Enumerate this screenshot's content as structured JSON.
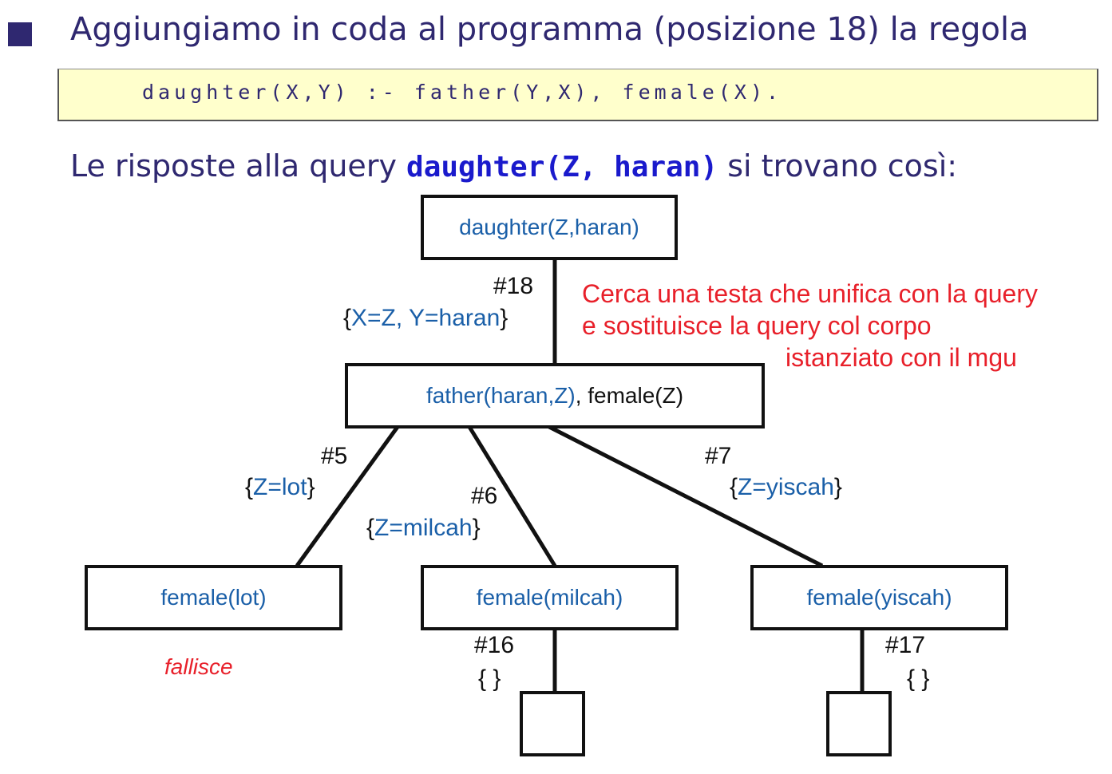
{
  "header": {
    "text": "Aggiungiamo in coda al programma (posizione 18) la regola",
    "rule_code": "daughter(X,Y) :- father(Y,X), female(X).",
    "subtitle_before": "Le risposte alla query ",
    "subtitle_query": "daughter(Z, haran)",
    "subtitle_after": " si trovano così:"
  },
  "tree": {
    "root": "daughter(Z,haran)",
    "edge18": {
      "rule": "#18",
      "open": "{",
      "subst": "X=Z, Y=haran",
      "close": "}"
    },
    "middle": {
      "goal1": "father(haran,Z)",
      "rest": ", female(Z)"
    },
    "edge5": {
      "rule": "#5",
      "open": "{",
      "subst": "Z=lot",
      "close": "}"
    },
    "edge6": {
      "rule": "#6",
      "open": "{",
      "subst": "Z=milcah",
      "close": "}"
    },
    "edge7": {
      "rule": "#7",
      "open": "{",
      "subst": "Z=yiscah",
      "close": "}"
    },
    "leaf_lot": "female(lot)",
    "leaf_milcah": "female(milcah)",
    "leaf_yiscah": "female(yiscah)",
    "edge16": {
      "rule": "#16",
      "subst": "{ }"
    },
    "edge17": {
      "rule": "#17",
      "subst": "{ }"
    },
    "fail": "fallisce"
  },
  "note": {
    "line1": "Cerca una testa che unifica con la query",
    "line2": "e sostituisce la query col corpo",
    "line3": "istanziato con il mgu"
  }
}
